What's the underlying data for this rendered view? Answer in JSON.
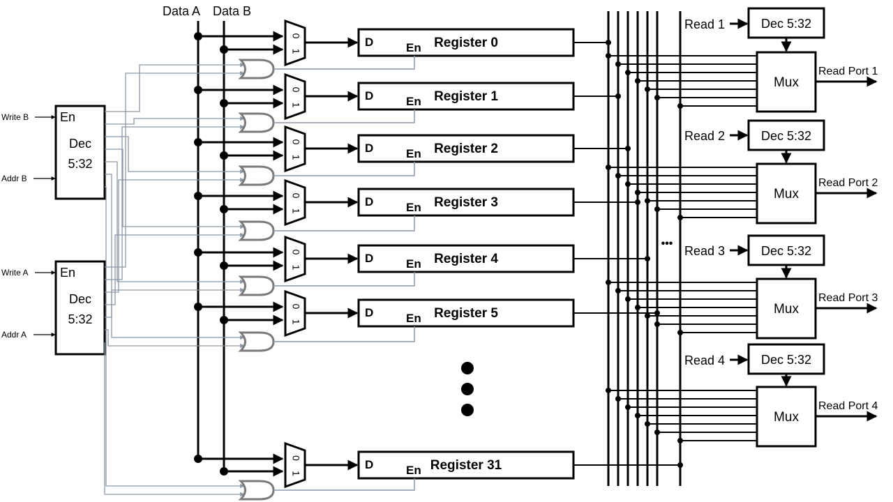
{
  "title": "",
  "data_buses": [
    "Data A",
    "Data B"
  ],
  "write_inputs": {
    "top": {
      "enable": "Write B",
      "addr": "Addr B"
    },
    "bottom": {
      "enable": "Write A",
      "addr": "Addr A"
    }
  },
  "write_decoder": {
    "en": "En",
    "line1": "Dec",
    "line2": "5:32"
  },
  "mux2": {
    "in0": "0",
    "in1": "1"
  },
  "register_pins": {
    "d": "D",
    "en": "En"
  },
  "registers": [
    "Register 0",
    "Register 1",
    "Register 2",
    "Register 3",
    "Register 4",
    "Register 5",
    "Register 31"
  ],
  "read_ports": [
    {
      "input": "Read 1",
      "decoder": "Dec 5:32",
      "mux": "Mux",
      "output": "Read Port 1"
    },
    {
      "input": "Read 2",
      "decoder": "Dec 5:32",
      "mux": "Mux",
      "output": "Read Port 2"
    },
    {
      "input": "Read 3",
      "decoder": "Dec 5:32",
      "mux": "Mux",
      "output": "Read Port 3"
    },
    {
      "input": "Read 4",
      "decoder": "Dec 5:32",
      "mux": "Mux",
      "output": "Read Port 4"
    }
  ],
  "bus_ellipsis": "•••",
  "colors": {
    "wire": "#000000",
    "ctrl_wire": "#8a96a6",
    "or_gate": "#7a7a7a"
  }
}
